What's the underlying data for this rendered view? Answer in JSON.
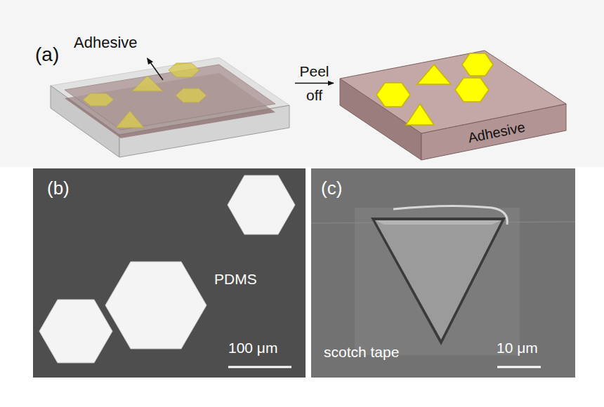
{
  "diagram": {
    "nodes": [
      {
        "text": [
          "Adhesive"
        ]
      },
      {
        "text": [
          "Adhesive"
        ]
      },
      {
        "text": [
          "(b)",
          "PDMS",
          "100 μm"
        ]
      },
      {
        "text": [
          "(c)",
          "scotch tape",
          "10 μm"
        ]
      }
    ],
    "edges": [
      {
        "from": 0,
        "to": 1,
        "arrow": "to",
        "label": "Peel off"
      }
    ],
    "labels": [
      "(a)"
    ]
  }
}
